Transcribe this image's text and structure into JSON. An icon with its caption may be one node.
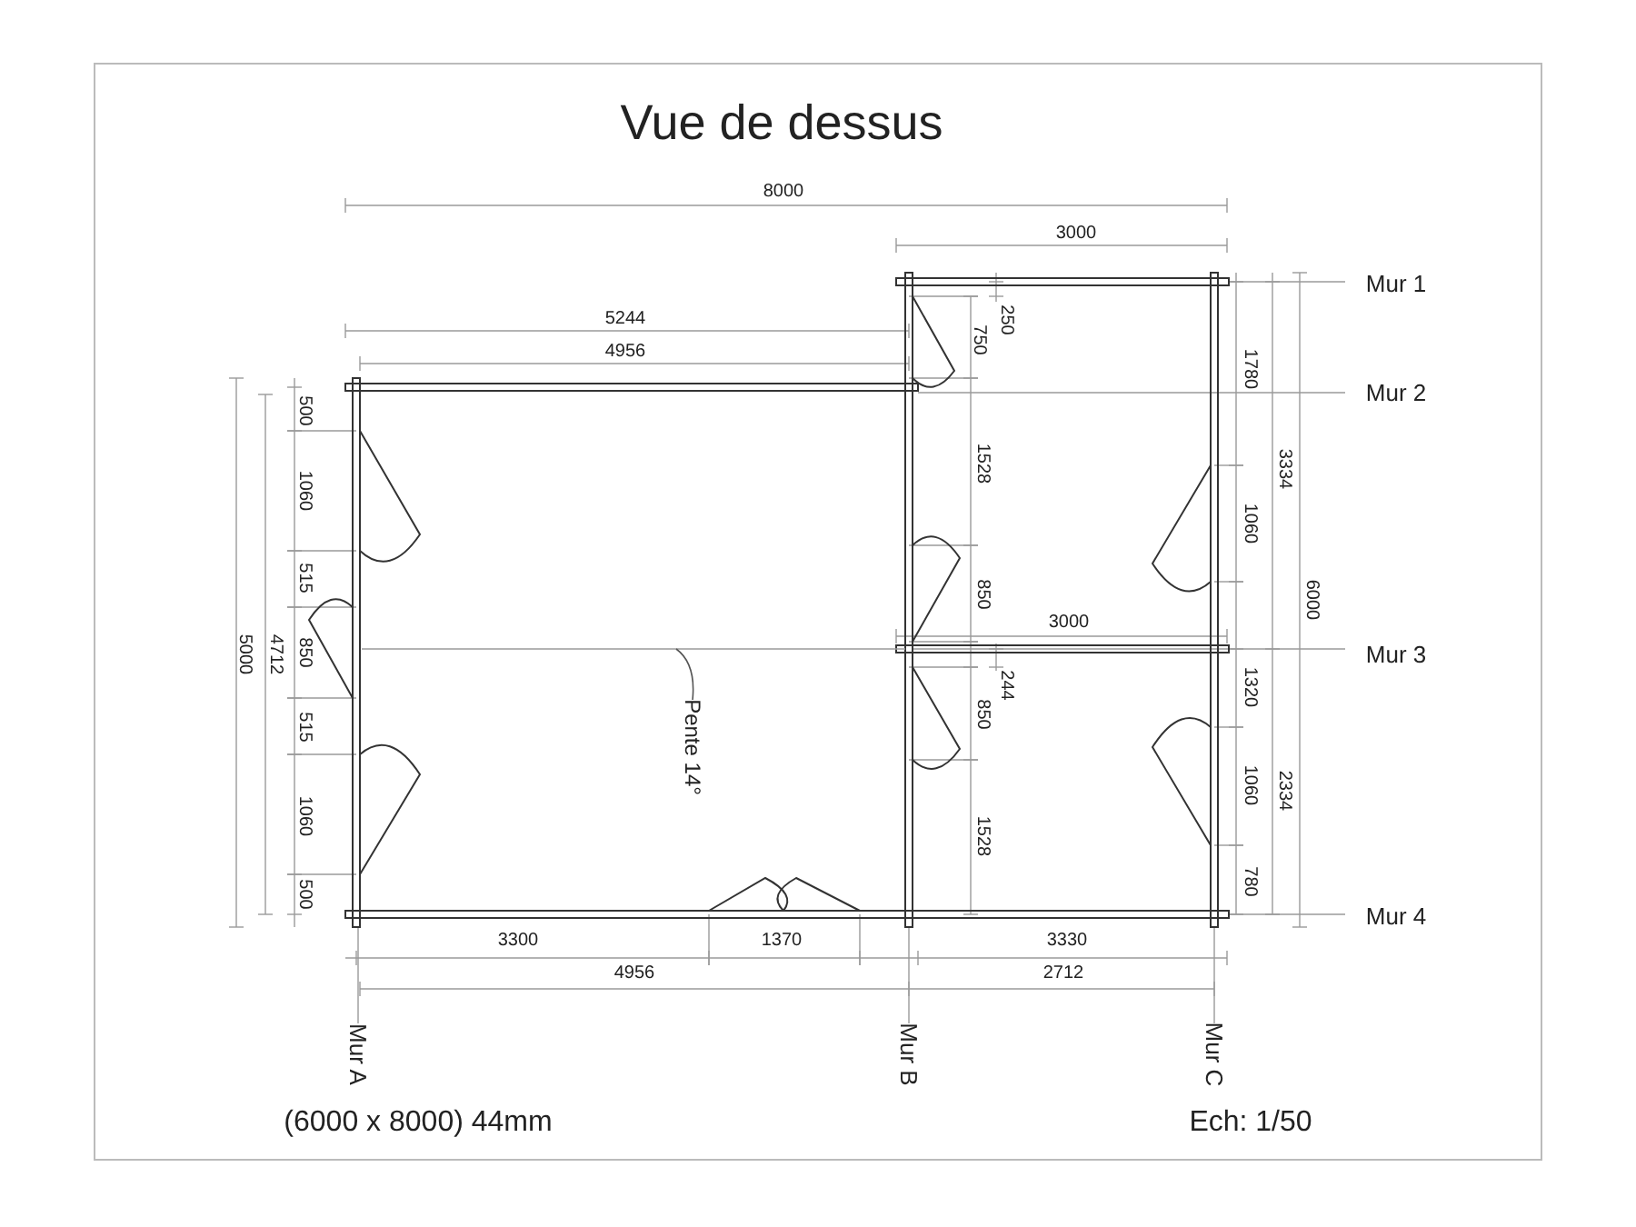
{
  "diagram": {
    "title": "Vue de dessus",
    "nodes": [
      {
        "text": [
          "Pente 14°"
        ]
      },
      {
        "text": [],
        "shape": "line"
      }
    ],
    "edges": [
      {
        "from": 0,
        "to": 1,
        "arrow": "none"
      }
    ],
    "labels": [
      "8000",
      "3000",
      "Mur 1",
      "5244",
      "750",
      "250",
      "4956",
      "1780",
      "Mur 2",
      "500",
      "1060",
      "1528",
      "3334",
      "1060",
      "515",
      "850",
      "6000",
      "5000",
      "4712",
      "850",
      "3000",
      "Mur 3",
      "244",
      "850",
      "1320",
      "515",
      "1060",
      "1060",
      "2334",
      "1528",
      "500",
      "780",
      "Mur 4",
      "3300",
      "1370",
      "3330",
      "4956",
      "2712",
      "Mur A",
      "Mur B",
      "Mur C",
      "(6000 x 8000) 44mm",
      "Ech: 1/50"
    ]
  }
}
